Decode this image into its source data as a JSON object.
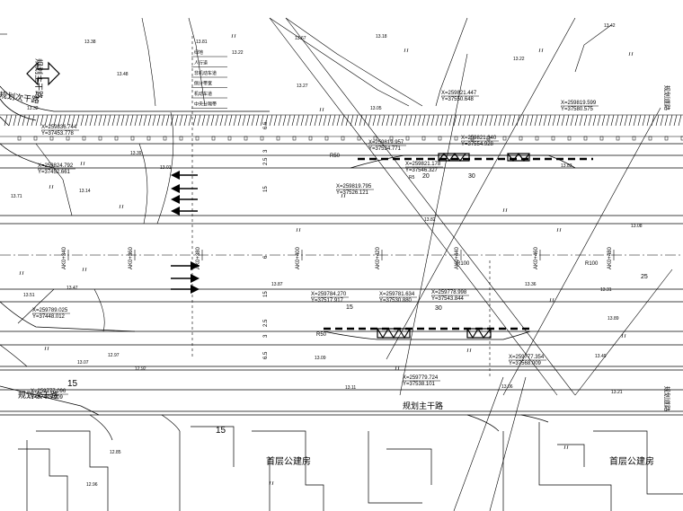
{
  "roads": {
    "main_road_name": "规划主干路",
    "sub_road_left_upper": "规划次干路",
    "sub_road_left_lower": "规划次干路",
    "branch_left": "规划主干路",
    "right_edge_top": "规划道路",
    "right_edge_bottom": "规划道路"
  },
  "buildings": {
    "left": "首层公建房",
    "right": "首层公建房"
  },
  "legend": [
    "绿地",
    "人行道",
    "非机动车道",
    "侧分带宽",
    "机动车道",
    "中央分隔带"
  ],
  "coords": [
    {
      "x": "X=259836.744",
      "y": "Y=37453.778"
    },
    {
      "x": "X=259824.792",
      "y": "Y=37452.661"
    },
    {
      "x": "X=259819.957",
      "y": "Y=37534.771"
    },
    {
      "x": "X=259821.447",
      "y": "Y=37550.648"
    },
    {
      "x": "X=259821.340",
      "y": "Y=37554.928"
    },
    {
      "x": "X=259821.178",
      "y": "Y=37546.327"
    },
    {
      "x": "X=259819.599",
      "y": "Y=37580.575"
    },
    {
      "x": "X=259819.795",
      "y": "Y=37526.121"
    },
    {
      "x": "X=259789.025",
      "y": "Y=37448.012"
    },
    {
      "x": "X=259784.270",
      "y": "Y=37517.917"
    },
    {
      "x": "X=259781.634",
      "y": "Y=37530.880"
    },
    {
      "x": "X=259778.998",
      "y": "Y=37543.844"
    },
    {
      "x": "X=259779.724",
      "y": "Y=37538.101"
    },
    {
      "x": "X=259777.354",
      "y": "Y=37568.009"
    },
    {
      "x": "X=259777.096",
      "y": "Y=37445.909"
    }
  ],
  "stations": [
    "AK0+340",
    "AK0+360",
    "AK0+380",
    "AK0+400",
    "AK0+420",
    "AK0+440",
    "AK0+460",
    "AK0+480"
  ],
  "dims": {
    "w_top1": "6.5",
    "w_top2": "3",
    "w_top3": "2.5",
    "w_mid": "15",
    "w_center": "6",
    "w_lower_mid": "15",
    "w_bot1": "2.5",
    "w_bot2": "3",
    "w_bot3": "6.5",
    "len_20": "20",
    "len_30_top": "30",
    "len_15": "15",
    "len_30_bot": "30",
    "len_25": "25",
    "radius_top": "R50",
    "radius_bot": "R50",
    "radius_r1": "R100",
    "radius_r2": "R100",
    "radius_tiny": "R5"
  },
  "elevations": [
    "13.38",
    "13.81",
    "13.22",
    "13.67",
    "13.18",
    "13.42",
    "13.48",
    "13.27",
    "13.22",
    "13.32",
    "13.05",
    "13.39",
    "13.83",
    "13.01",
    "13.14",
    "13.71",
    "13.82",
    "13.51",
    "13.08",
    "13.47",
    "13.36",
    "13.31",
    "13.89",
    "13.87",
    "12.97",
    "13.07",
    "13.09",
    "13.11",
    "12.92",
    "12.85",
    "12.96",
    "13.06",
    "13.49",
    "13.21"
  ],
  "lot_numbers": [
    "15",
    "15"
  ]
}
